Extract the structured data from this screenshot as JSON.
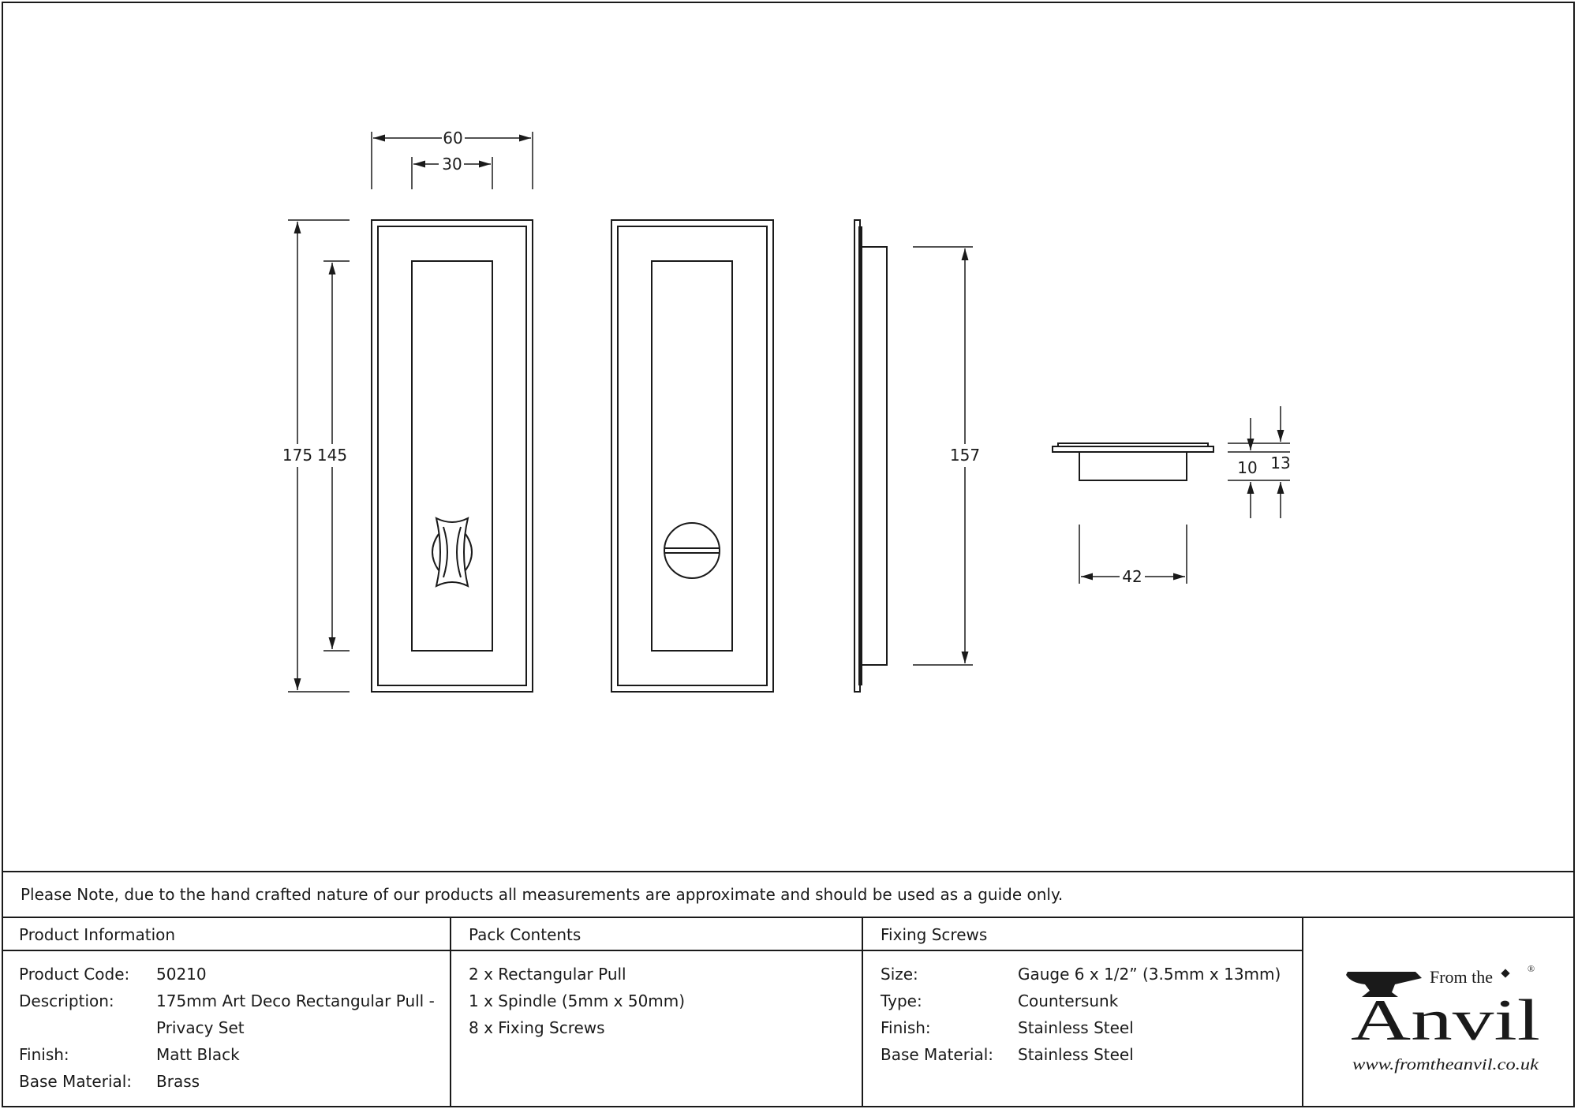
{
  "dimensions": {
    "width_outer": "60",
    "width_inner": "30",
    "height_outer": "175",
    "height_inner": "145",
    "side_height": "157",
    "depth_body": "10",
    "depth_total": "13",
    "body_width": "42"
  },
  "note": "Please Note, due to the hand crafted nature of our products all measurements are approximate and should be used as a guide only.",
  "product_info": {
    "heading": "Product Information",
    "rows": [
      {
        "label": "Product Code:",
        "value": "50210"
      },
      {
        "label": "Description:",
        "value": "175mm Art Deco Rectangular Pull -"
      },
      {
        "label": "",
        "value": "Privacy Set"
      },
      {
        "label": "Finish:",
        "value": "Matt Black"
      },
      {
        "label": "Base Material:",
        "value": "Brass"
      }
    ]
  },
  "pack_contents": {
    "heading": "Pack Contents",
    "items": [
      "2 x Rectangular Pull",
      "1 x Spindle (5mm x 50mm)",
      "8 x Fixing Screws"
    ]
  },
  "fixing_screws": {
    "heading": "Fixing Screws",
    "rows": [
      {
        "label": "Size:",
        "value": "Gauge 6 x 1/2” (3.5mm x 13mm)"
      },
      {
        "label": "Type:",
        "value": "Countersunk"
      },
      {
        "label": "Finish:",
        "value": "Stainless Steel"
      },
      {
        "label": "Base Material:",
        "value": "Stainless Steel"
      }
    ]
  },
  "logo": {
    "from_the": "From the",
    "brand": "Anvil",
    "registered": "®",
    "url": "www.fromtheanvil.co.uk"
  }
}
